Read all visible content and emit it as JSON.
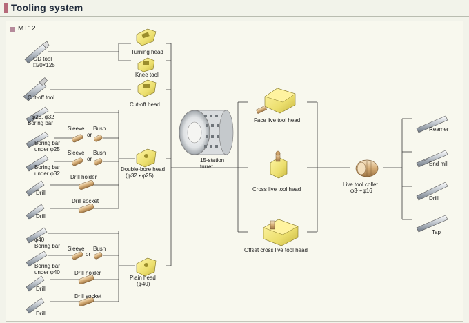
{
  "header": {
    "title": "Tooling system",
    "series": "MT12"
  },
  "labels": {
    "od_tool": "OD tool",
    "od_size": "□20×125",
    "cutoff_tool": "Cut-off tool",
    "bb1_dia": "φ25, φ32",
    "bb1": "Boring bar",
    "bb2": "Boring bar",
    "bb2_dia": "under φ25",
    "bb3": "Boring bar",
    "bb3_dia": "under φ32",
    "drill_a": "Drill",
    "drill_b": "Drill",
    "sleeve_1": "Sleeve",
    "or_1": "or",
    "bush_1": "Bush",
    "sleeve_2": "Sleeve",
    "or_2": "or",
    "bush_2": "Bush",
    "drill_holder_1": "Drill holder",
    "drill_socket_1": "Drill socket",
    "bb4_dia": "φ40",
    "bb4": "Boring bar",
    "bb5": "Boring bar",
    "bb5_dia": "under φ40",
    "drill_c": "Drill",
    "drill_d": "Drill",
    "sleeve_3": "Sleeve",
    "or_3": "or",
    "bush_3": "Bush",
    "drill_holder_2": "Drill holder",
    "drill_socket_2": "Drill socket",
    "turning_head": "Turning head",
    "knee_tool": "Knee tool",
    "cutoff_head": "Cut-off head",
    "double_bore_head": "Double-bore head",
    "double_bore_dia": "(φ32 • φ25)",
    "plain_head": "Plain head",
    "plain_head_dia": "(φ40)",
    "turret_1": "15-station",
    "turret_2": "turret",
    "face_live": "Face live tool head",
    "cross_live": "Cross live tool head",
    "offset_live": "Offset cross live tool head",
    "collet_1": "Live tool collet",
    "collet_2": "φ3〜φ16",
    "reamer": "Reamer",
    "end_mill": "End mill",
    "drill_r": "Drill",
    "tap": "Tap"
  },
  "colors": {
    "accent": "#b56a7a",
    "head_yellow": "#ecdf6e",
    "line": "#3a3a3a"
  }
}
